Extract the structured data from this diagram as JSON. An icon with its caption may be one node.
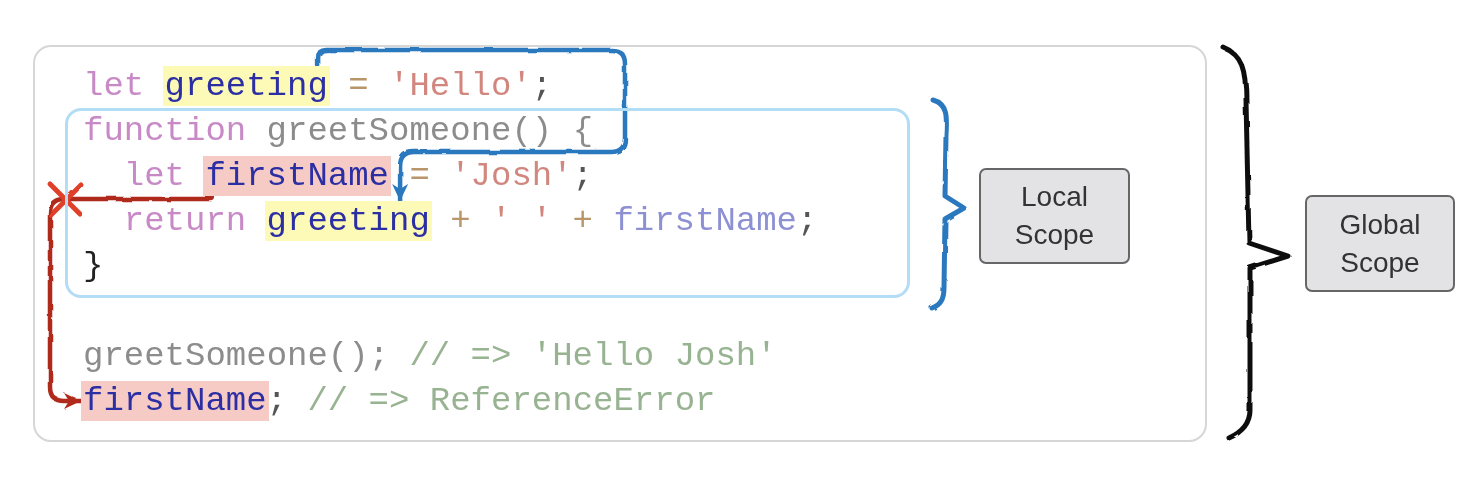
{
  "diagram": {
    "nodes": [
      {
        "text": [
          "let",
          "=",
          "'Hello'",
          ";",
          "greetSomeone();",
          "// => 'Hello Josh'",
          ";",
          "// => ReferenceError"
        ]
      },
      {
        "text": [
          "greeting"
        ],
        "in": 0
      },
      {
        "text": [
          "function",
          "greetSomeone() {",
          "let",
          "=",
          "'Josh'",
          ";",
          "return",
          "+",
          "' '",
          "+",
          "firstName",
          ";",
          "}"
        ],
        "in": 0
      },
      {
        "text": [
          "firstName"
        ],
        "in": 2
      },
      {
        "text": [
          "greeting"
        ],
        "in": 2
      },
      {
        "text": [
          "firstName"
        ],
        "in": 0
      },
      {
        "text": [
          "Local Scope"
        ],
        "in": 0
      },
      {
        "text": [
          "Global Scope"
        ]
      }
    ],
    "edges": [
      {
        "from": 1,
        "to": 4,
        "arrow": "to",
        "color": "#2b78be"
      },
      {
        "from": 3,
        "to": 5,
        "arrow": "to",
        "color": "#b02a1c"
      }
    ]
  }
}
